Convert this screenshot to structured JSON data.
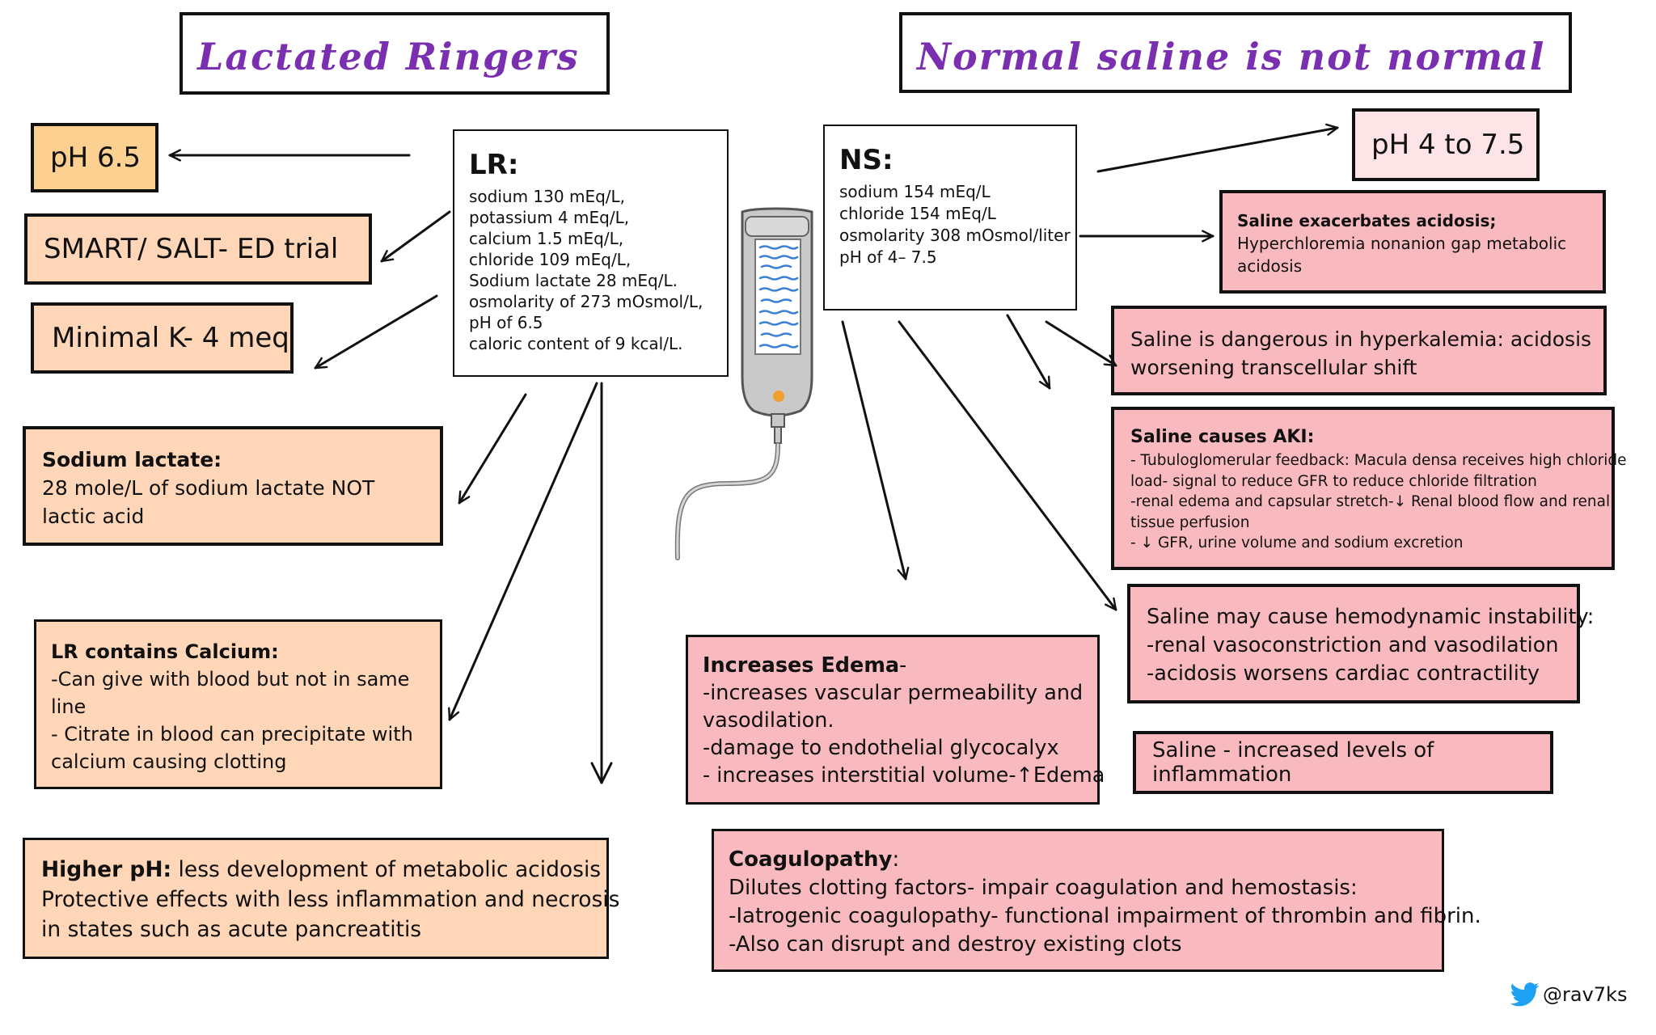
{
  "titles": {
    "lr": "Lactated Ringers",
    "ns": "Normal saline is not normal"
  },
  "lr_box": {
    "heading": "LR:",
    "lines": [
      "sodium 130 mEq/L,",
      "potassium 4 mEq/L,",
      "calcium  1.5 mEq/L,",
      "chloride 109 mEq/L,",
      "Sodium lactate 28 mEq/L.",
      "osmolarity of 273 mOsmol/L,",
      "pH of 6.5",
      "caloric content of 9 kcal/L."
    ]
  },
  "ns_box": {
    "heading": "NS:",
    "lines": [
      "sodium 154 mEq/L",
      "chloride 154 mEq/L",
      "osmolarity 308 mOsmol/liter",
      "pH of 4– 7.5"
    ]
  },
  "lr_notes": {
    "ph": "pH 6.5",
    "trial": "SMART/ SALT- ED trial",
    "potassium": "Minimal K- 4 meq",
    "lactate": {
      "title": "Sodium lactate:",
      "body": "28 mole/L of sodium lactate NOT lactic acid"
    },
    "calcium": {
      "title": "LR contains Calcium:",
      "body1": "-Can give with blood but not in same line",
      "body2": "- Citrate in blood can precipitate with calcium causing clotting"
    },
    "higher_ph": {
      "title": "Higher pH:",
      "line1": " less development of metabolic acidosis",
      "line2": "Protective effects with less inflammation and necrosis",
      "line3": "in states such as acute pancreatitis"
    }
  },
  "ns_notes": {
    "ph": "pH 4 to 7.5",
    "acidosis": {
      "title": "Saline exacerbates acidosis;",
      "body": "Hyperchloremia nonanion gap metabolic acidosis"
    },
    "hyperkalemia": {
      "line1": "Saline is dangerous in hyperkalemia: acidosis",
      "line2": "worsening transcellular shift"
    },
    "aki": {
      "title": "Saline causes AKI:",
      "lines": [
        "- Tubuloglomerular feedback: Macula densa receives high chloride",
        "load- signal to reduce GFR to reduce chloride filtration",
        "-renal edema and capsular stretch-↓ Renal blood flow and renal",
        "tissue perfusion",
        "- ↓ GFR, urine volume and sodium excretion"
      ]
    },
    "hemodynamic": {
      "line1": "Saline may cause hemodynamic instability:",
      "line2": "-renal vasoconstriction and vasodilation",
      "line3": "-acidosis worsens cardiac contractility"
    },
    "inflammation": "Saline - increased levels of inflammation",
    "edema": {
      "title": "Increases Edema",
      "title_suffix": "-",
      "lines": [
        "-increases vascular permeability and",
        "vasodilation.",
        "-damage to endothelial glycocalyx",
        "- increases interstitial volume-↑Edema"
      ]
    },
    "coag": {
      "title": "Coagulopathy",
      "title_suffix": ":",
      "lines": [
        "Dilutes clotting factors- impair coagulation and hemostasis:",
        "-Iatrogenic coagulopathy- functional impairment of thrombin and fibrin.",
        "-Also can disrupt and destroy existing clots"
      ]
    }
  },
  "credit": {
    "handle": "@rav7ks",
    "icon": "twitter-bird-icon"
  },
  "colors": {
    "title_purple": "#7a2fb0",
    "lr_orange": "#fcd091",
    "lr_peach": "#ffd6b8",
    "ns_pink": "#f8b9bf",
    "ns_pink_light": "#fde4e6",
    "twitter_blue": "#1da1f2"
  }
}
